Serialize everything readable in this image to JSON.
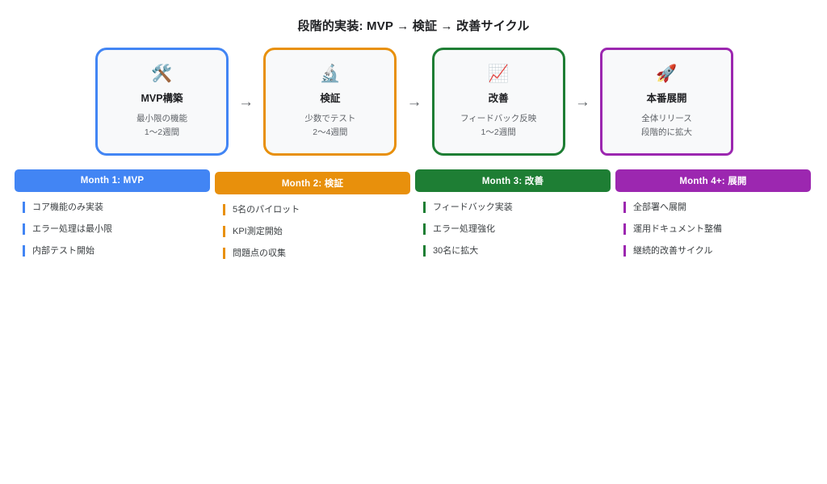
{
  "page": {
    "title": "段階的実装: MVP → 検証 → 改善サイクル"
  },
  "colors": {
    "blue": "#4285f4",
    "orange": "#e8900c",
    "green": "#1e7e34",
    "purple": "#9c27b0",
    "card_fill": "#f8f9fa",
    "arrow": "#5f6368"
  },
  "arrow_glyph": "→",
  "phases": [
    {
      "icon": "🛠️",
      "icon_name": "hammer-and-wrench-icon",
      "title": "MVP構築",
      "line1": "最小限の機能",
      "line2": "1〜2週間",
      "color": "#4285f4"
    },
    {
      "icon": "🔬",
      "icon_name": "microscope-icon",
      "title": "検証",
      "line1": "少数でテスト",
      "line2": "2〜4週間",
      "color": "#e8900c"
    },
    {
      "icon": "📈",
      "icon_name": "chart-increasing-icon",
      "title": "改善",
      "line1": "フィードバック反映",
      "line2": "1〜2週間",
      "color": "#1e7e34"
    },
    {
      "icon": "🚀",
      "icon_name": "rocket-icon",
      "title": "本番展開",
      "line1": "全体リリース",
      "line2": "段階的に拡大",
      "color": "#9c27b0"
    }
  ],
  "months": [
    {
      "banner": "Month 1: MVP",
      "color": "#4285f4",
      "items": [
        "コア機能のみ実装",
        "エラー処理は最小限",
        "内部テスト開始"
      ]
    },
    {
      "banner": "Month 2: 検証",
      "color": "#e8900c",
      "items": [
        "5名のパイロット",
        "KPI測定開始",
        "問題点の収集"
      ]
    },
    {
      "banner": "Month 3: 改善",
      "color": "#1e7e34",
      "items": [
        "フィードバック実装",
        "エラー処理強化",
        "30名に拡大"
      ]
    },
    {
      "banner": "Month 4+: 展開",
      "color": "#9c27b0",
      "items": [
        "全部署へ展開",
        "運用ドキュメント整備",
        "継続的改善サイクル"
      ]
    }
  ]
}
